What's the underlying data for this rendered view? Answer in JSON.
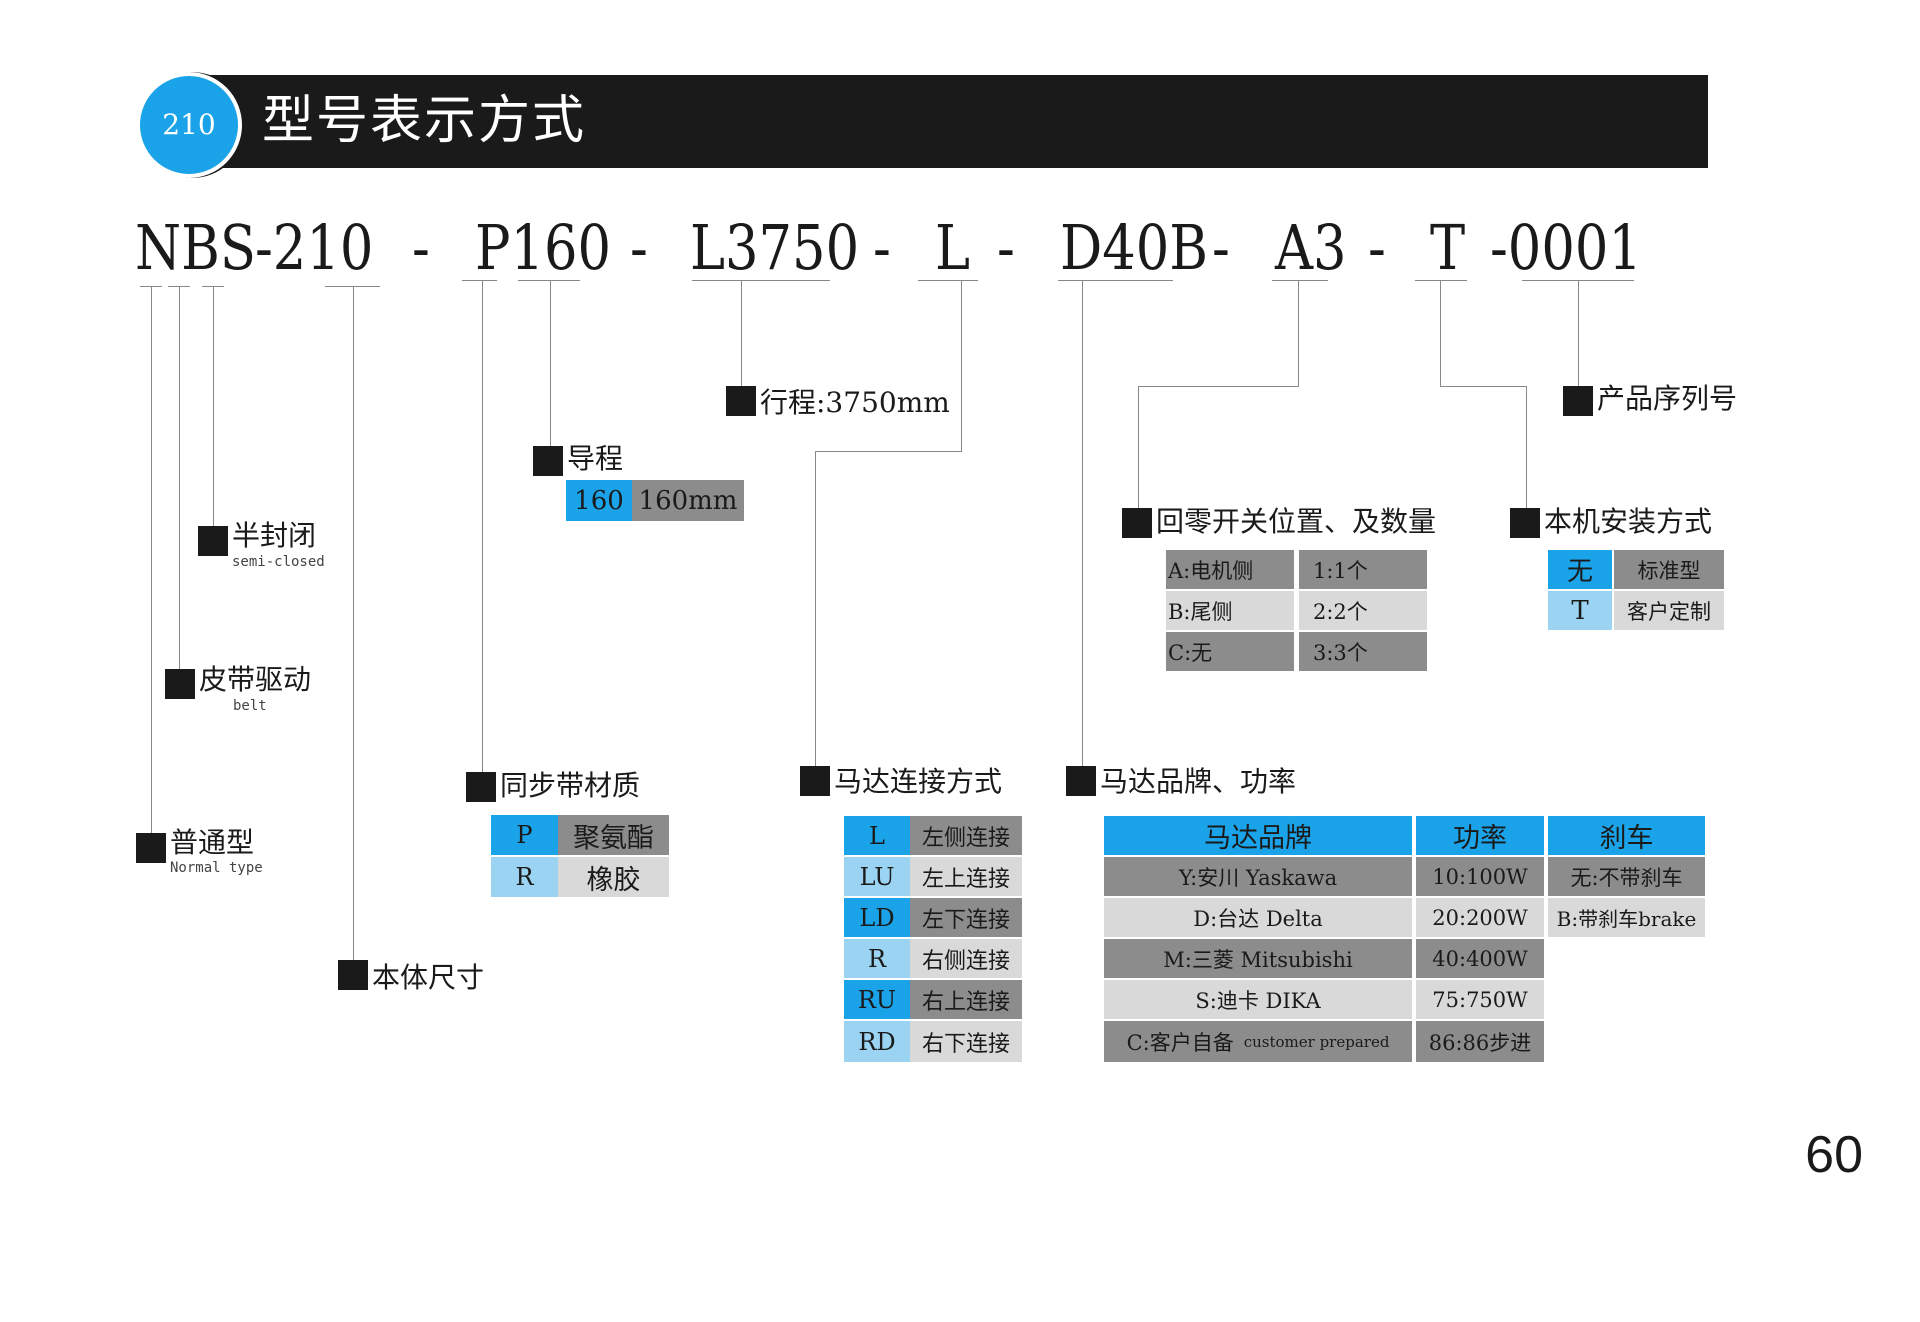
{
  "header": {
    "page_badge": "210",
    "title": "型号表示方式"
  },
  "code_segments": [
    "NBS",
    "-210",
    "-",
    "P160",
    "-",
    "L3750",
    "-",
    "L",
    "-",
    "D40B",
    "-",
    "A3",
    "-",
    "T",
    "-0001"
  ],
  "labels": {
    "semi_closed": {
      "zh": "半封闭",
      "en": "semi-closed"
    },
    "belt_drive": {
      "zh": "皮带驱动",
      "en": "belt"
    },
    "normal_type": {
      "zh": "普通型",
      "en": "Normal type"
    },
    "body_size": "本体尺寸",
    "belt_material": "同步带材质",
    "lead": "导程",
    "stroke": "行程:3750mm",
    "motor_connection": "马达连接方式",
    "motor_brand_power": "马达品牌、功率",
    "home_switch": "回零开关位置、及数量",
    "mounting": "本机安装方式",
    "serial": "产品序列号"
  },
  "lead_table": {
    "code": "160",
    "value": "160mm"
  },
  "belt_table": [
    {
      "code": "P",
      "value": "聚氨酯"
    },
    {
      "code": "R",
      "value": "橡胶"
    }
  ],
  "connection_table": [
    {
      "code": "L",
      "value": "左侧连接"
    },
    {
      "code": "LU",
      "value": "左上连接"
    },
    {
      "code": "LD",
      "value": "左下连接"
    },
    {
      "code": "R",
      "value": "右侧连接"
    },
    {
      "code": "RU",
      "value": "右上连接"
    },
    {
      "code": "RD",
      "value": "右下连接"
    }
  ],
  "motor_table": {
    "headers": [
      "马达品牌",
      "功率",
      "刹车"
    ],
    "brands": [
      "Y:安川 Yaskawa",
      "D:台达 Delta",
      "M:三菱 Mitsubishi",
      "S:迪卡 DIKA"
    ],
    "brand_last": {
      "zh": "C:客户自备",
      "en": "customer prepared"
    },
    "powers": [
      "10:100W",
      "20:200W",
      "40:400W",
      "75:750W",
      "86:86步进"
    ],
    "brakes": [
      "无:不带刹车",
      "B:带刹车brake"
    ]
  },
  "home_switch_table": [
    {
      "position": "A:电机侧",
      "count": "1:1个"
    },
    {
      "position": "B:尾侧",
      "count": "2:2个"
    },
    {
      "position": "C:无",
      "count": "3:3个"
    }
  ],
  "mounting_table": [
    {
      "code": "无",
      "value": "标准型"
    },
    {
      "code": "T",
      "value": "客户定制"
    }
  ],
  "page_number": "60"
}
